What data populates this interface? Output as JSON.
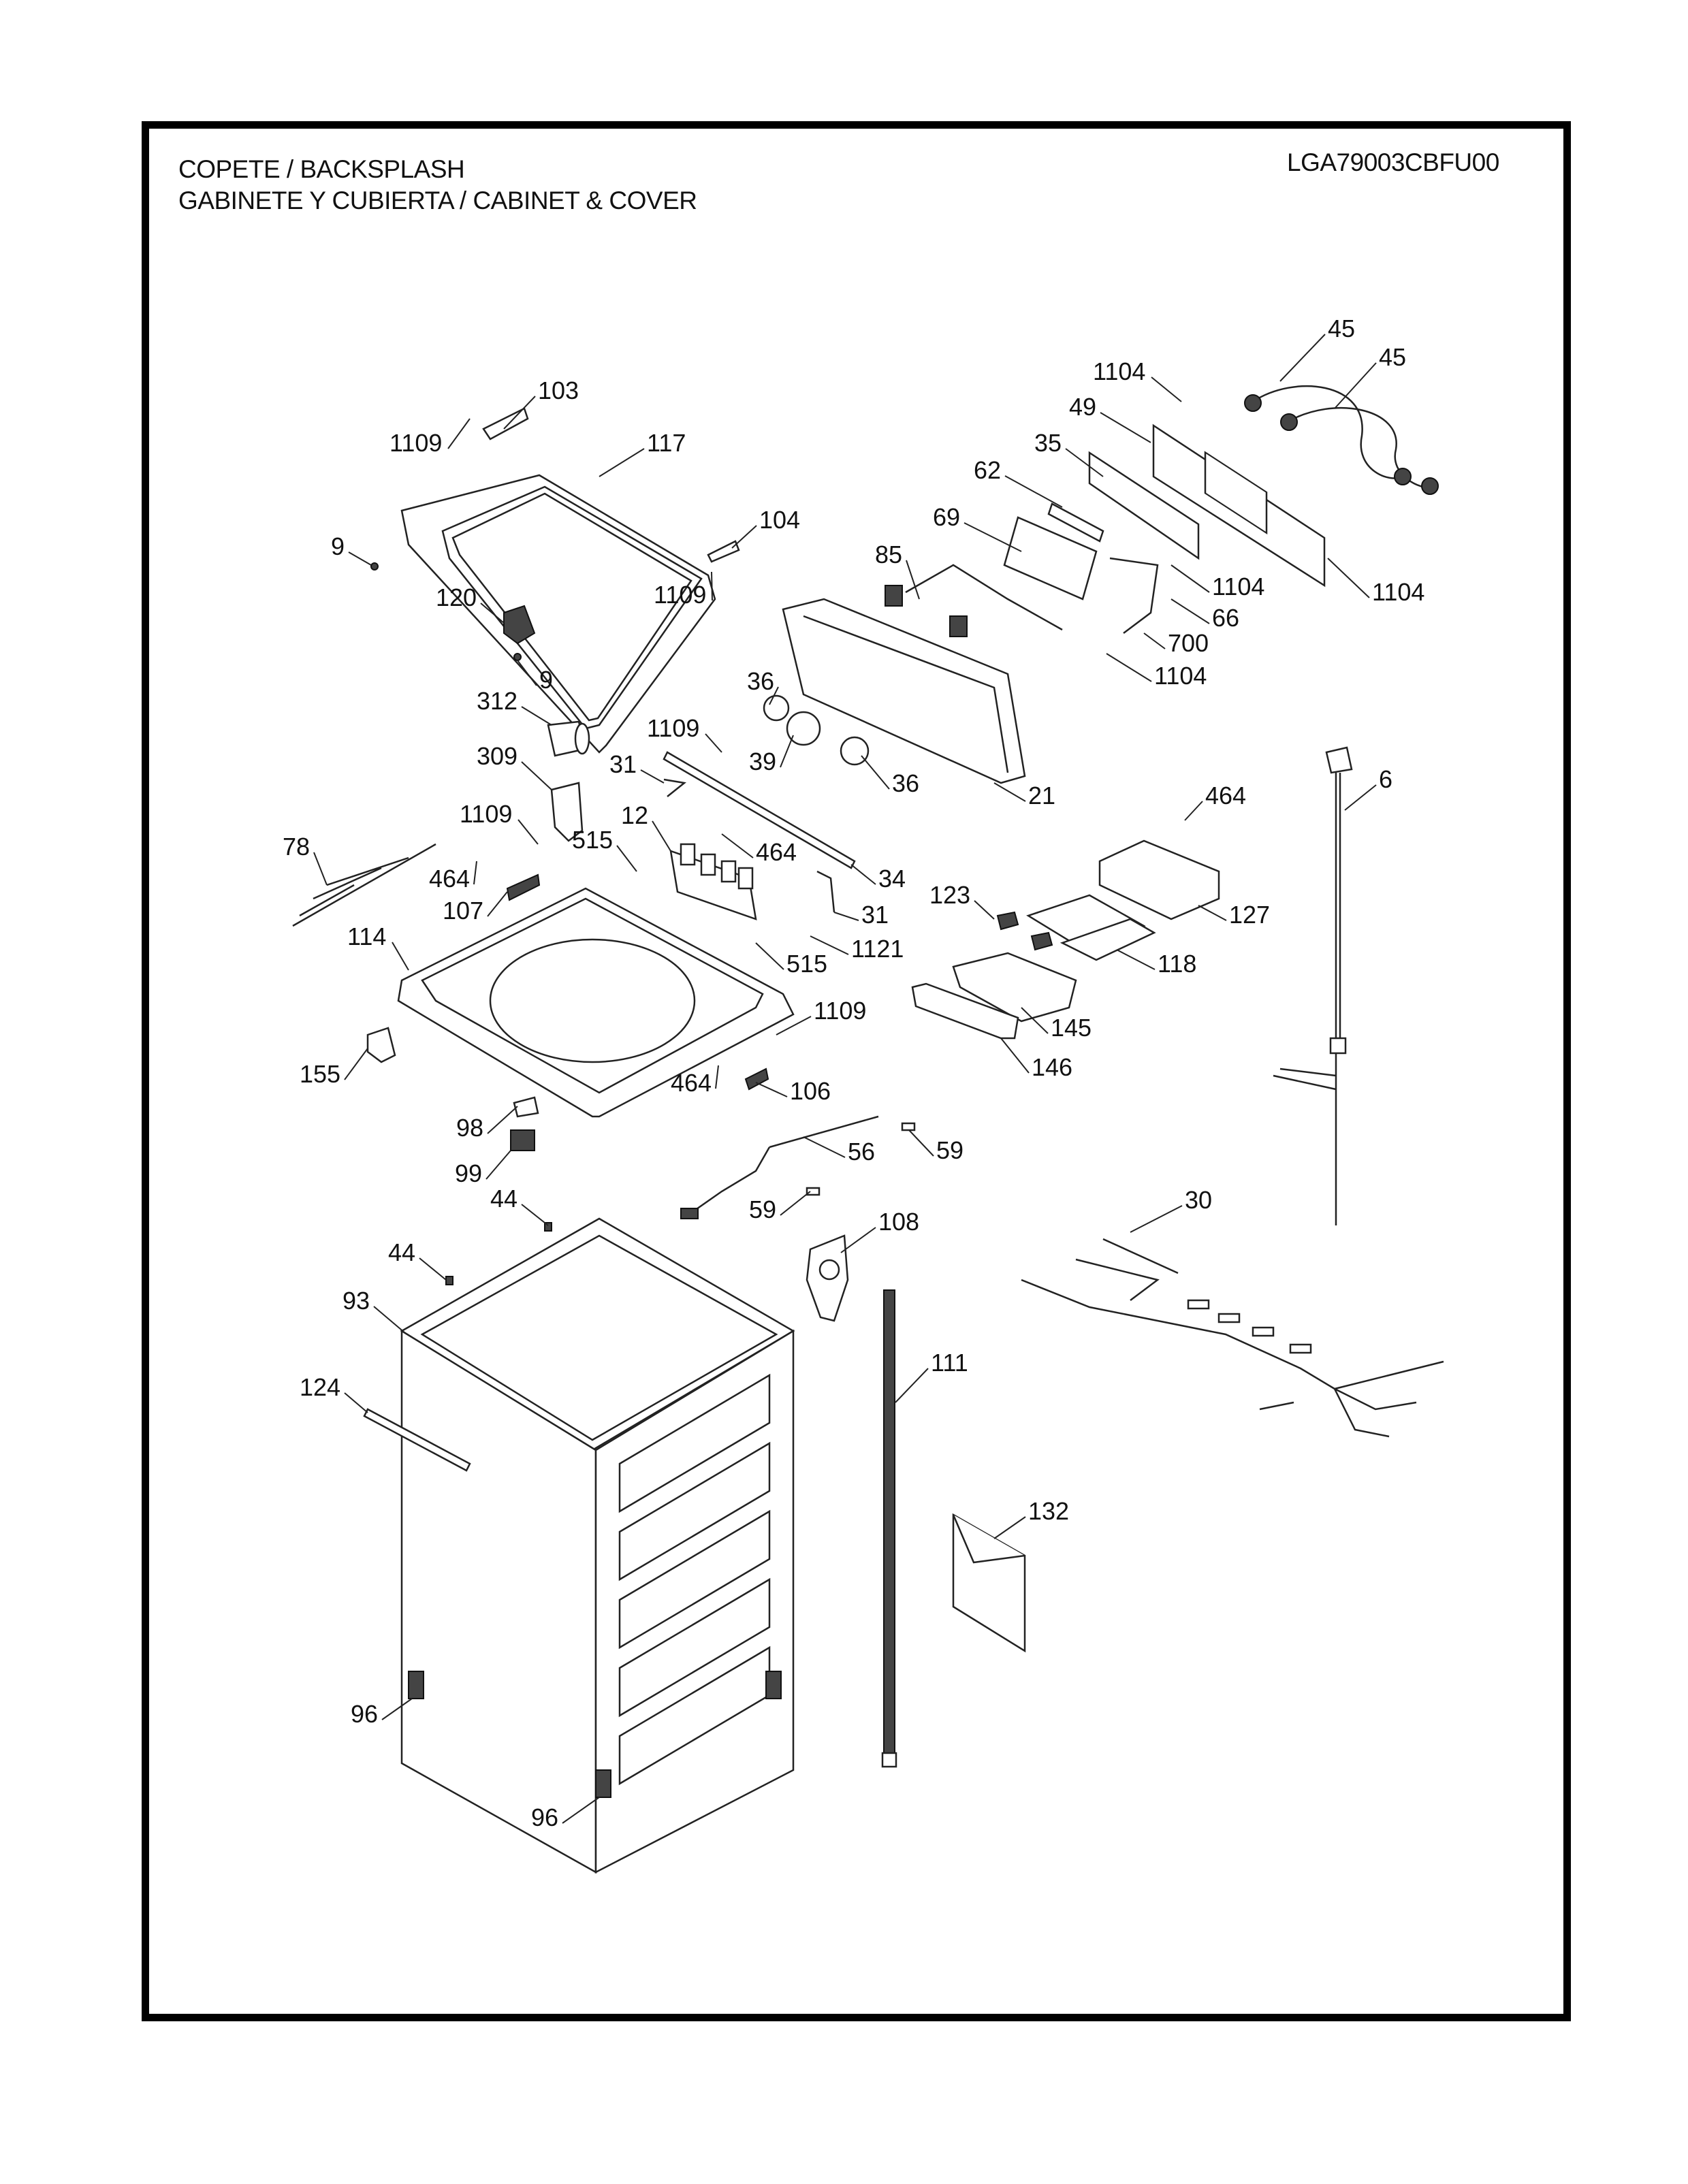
{
  "header": {
    "title_line1": "COPETE / BACKSPLASH",
    "title_line2": "GABINETE Y CUBIERTA / CABINET & COVER",
    "model_number": "LGA79003CBFU00"
  },
  "callouts": [
    {
      "label": "103",
      "part": "hinge-left"
    },
    {
      "label": "1109",
      "part": "screw"
    },
    {
      "label": "117",
      "part": "lid"
    },
    {
      "label": "9",
      "part": "cap"
    },
    {
      "label": "104",
      "part": "hinge-right"
    },
    {
      "label": "1109",
      "part": "screw"
    },
    {
      "label": "120",
      "part": "lid-lock"
    },
    {
      "label": "9",
      "part": "cap"
    },
    {
      "label": "1104",
      "part": "screw"
    },
    {
      "label": "45",
      "part": "inlet-hose"
    },
    {
      "label": "45",
      "part": "inlet-hose"
    },
    {
      "label": "49",
      "part": "rear-cover"
    },
    {
      "label": "35",
      "part": "insulation-sheet"
    },
    {
      "label": "62",
      "part": "bracket"
    },
    {
      "label": "69",
      "part": "pcb-assembly"
    },
    {
      "label": "85",
      "part": "switch-harness"
    },
    {
      "label": "1104",
      "part": "screw"
    },
    {
      "label": "1104",
      "part": "screw"
    },
    {
      "label": "66",
      "part": "bracket"
    },
    {
      "label": "700",
      "part": "screw"
    },
    {
      "label": "1104",
      "part": "screw"
    },
    {
      "label": "36",
      "part": "knob"
    },
    {
      "label": "312",
      "part": "capacitor"
    },
    {
      "label": "1109",
      "part": "screw"
    },
    {
      "label": "39",
      "part": "knob"
    },
    {
      "label": "36",
      "part": "knob"
    },
    {
      "label": "21",
      "part": "control-panel"
    },
    {
      "label": "309",
      "part": "capacitor-bracket"
    },
    {
      "label": "31",
      "part": "hose-clip"
    },
    {
      "label": "6",
      "part": "power-cord"
    },
    {
      "label": "464",
      "part": "screw"
    },
    {
      "label": "1109",
      "part": "screw"
    },
    {
      "label": "12",
      "part": "water-valve"
    },
    {
      "label": "464",
      "part": "screw"
    },
    {
      "label": "78",
      "part": "wire-harness"
    },
    {
      "label": "515",
      "part": "screw"
    },
    {
      "label": "464",
      "part": "screw"
    },
    {
      "label": "34",
      "part": "rod"
    },
    {
      "label": "107",
      "part": "connector"
    },
    {
      "label": "31",
      "part": "hose-clip"
    },
    {
      "label": "127",
      "part": "dispenser-housing"
    },
    {
      "label": "123",
      "part": "cap"
    },
    {
      "label": "114",
      "part": "top-cover"
    },
    {
      "label": "1121",
      "part": "screw"
    },
    {
      "label": "515",
      "part": "screw"
    },
    {
      "label": "118",
      "part": "dispenser-tray"
    },
    {
      "label": "1109",
      "part": "screw"
    },
    {
      "label": "145",
      "part": "drawer"
    },
    {
      "label": "155",
      "part": "cup"
    },
    {
      "label": "464",
      "part": "screw"
    },
    {
      "label": "106",
      "part": "connector"
    },
    {
      "label": "146",
      "part": "drawer-panel"
    },
    {
      "label": "98",
      "part": "cap"
    },
    {
      "label": "56",
      "part": "harness"
    },
    {
      "label": "59",
      "part": "clip"
    },
    {
      "label": "99",
      "part": "switch"
    },
    {
      "label": "30",
      "part": "main-harness"
    },
    {
      "label": "44",
      "part": "clip"
    },
    {
      "label": "59",
      "part": "clip"
    },
    {
      "label": "108",
      "part": "duct"
    },
    {
      "label": "44",
      "part": "clip"
    },
    {
      "label": "93",
      "part": "cabinet"
    },
    {
      "label": "111",
      "part": "drain-hose"
    },
    {
      "label": "124",
      "part": "bracket"
    },
    {
      "label": "132",
      "part": "manual"
    },
    {
      "label": "96",
      "part": "leveling-foot"
    },
    {
      "label": "96",
      "part": "leveling-foot"
    }
  ]
}
